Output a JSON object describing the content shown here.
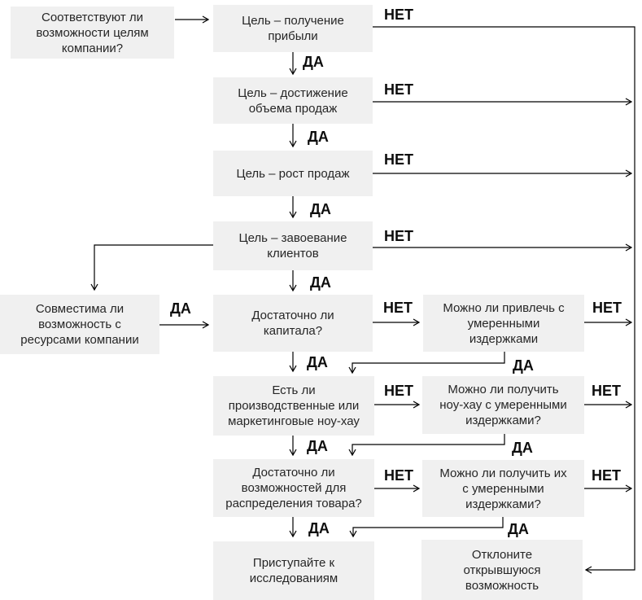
{
  "diagram": {
    "type": "flowchart",
    "language": "ru",
    "colors": {
      "box_bg": "#f0f0f0",
      "line": "#000000",
      "text": "#262626",
      "background": "#ffffff"
    },
    "edge_labels": {
      "yes": "ДА",
      "no": "НЕТ"
    },
    "nodes": [
      {
        "id": "q-goals-match",
        "text": "Соответствуют ли\nвозможности целям\nкомпании?"
      },
      {
        "id": "goal-profit",
        "text": "Цель – получение\nприбыли"
      },
      {
        "id": "goal-sales-volume",
        "text": "Цель – достижение\nобъема продаж"
      },
      {
        "id": "goal-sales-growth",
        "text": "Цель – рост продаж"
      },
      {
        "id": "goal-customer-acquisition",
        "text": "Цель – завоевание\nклиентов"
      },
      {
        "id": "q-resources-compatible",
        "text": "Совместима ли\nвозможность с\nресурсами компании"
      },
      {
        "id": "q-enough-capital",
        "text": "Достаточно ли\nкапитала?"
      },
      {
        "id": "q-attract-capital",
        "text": "Можно ли привлечь с\nумеренными\nиздержками"
      },
      {
        "id": "q-knowhow",
        "text": "Есть ли\nпроизводственные или\nмаркетинговые ноу-хау"
      },
      {
        "id": "q-obtain-knowhow",
        "text": "Можно ли получить\nноу-хау с умеренными\nиздержками?"
      },
      {
        "id": "q-distribution-capacity",
        "text": "Достаточно ли\nвозможностей для\nраспределения товара?"
      },
      {
        "id": "q-obtain-distribution",
        "text": "Можно ли получить их\nс умеренными\nиздержками?"
      },
      {
        "id": "proceed-research",
        "text": "Приступайте к\nисследованиям"
      },
      {
        "id": "reject-opportunity",
        "text": "Отклоните\nоткрывшуюся\nвозможность"
      }
    ]
  }
}
